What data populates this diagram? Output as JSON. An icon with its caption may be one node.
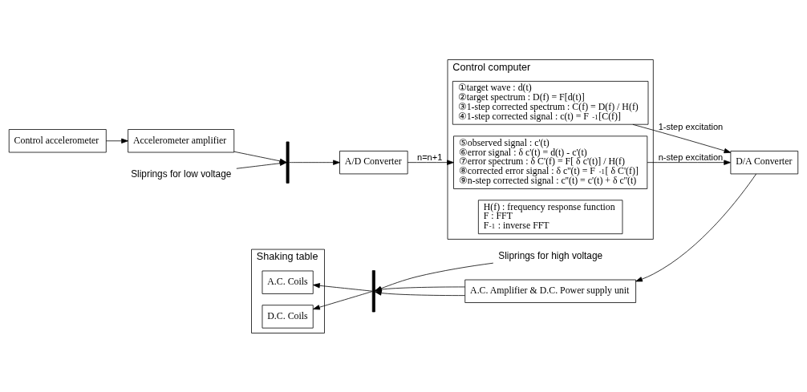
{
  "diagram": {
    "nodes": [
      {
        "text": [
          "Control accelerometer"
        ]
      },
      {
        "text": [
          "Accelerometer amplifier"
        ]
      },
      {
        "text": [],
        "shape": "bar"
      },
      {
        "text": [
          "Sliprings for low voltage"
        ]
      },
      {
        "text": [
          "A/D Converter"
        ]
      },
      {
        "text": [
          "Shaking table"
        ]
      },
      {
        "text": [
          "A.C. Coils"
        ],
        "in": 5
      },
      {
        "text": [
          "D.C. Coils"
        ],
        "in": 5
      },
      {
        "text": [],
        "shape": "bar"
      },
      {
        "text": [
          "Sliprings for high voltage"
        ]
      },
      {
        "text": [
          "A.C. Amplifier & D.C. Power supply unit"
        ]
      },
      {
        "text": [
          "D/A Converter"
        ]
      },
      {
        "text": [
          "Control computer"
        ]
      },
      {
        "text": [
          "①target wave : d(t)",
          "②target spectrum : D(f) = F[d(t)]",
          "③1-step corrected spectrum : C(f) = D(f) / H(f)",
          "④1-step corrected signal : c(t) = F$^{-1}$[C(f)]"
        ],
        "in": 12
      },
      {
        "text": [
          "⑤observed signal : c'(t)",
          "⑥error signal : δ c'(t) = d(t) - c'(t)",
          "⑦error spectrum : δ C'(f) = F[ δ c'(t)] / H(f)",
          "⑧corrected error signal : δ c''(t) = F$^{-1}$[ δ C'(f)]",
          "⑨n-step corrected signal : c''(t) = c'(t) + δ c''(t)"
        ],
        "in": 12
      },
      {
        "text": [
          "H(f) : frequency response function",
          "F : FFT",
          "F$^{-1}$ : inverse FFT"
        ],
        "in": 12
      }
    ],
    "edges": [
      {
        "from": 0,
        "to": 1,
        "arrow": "to"
      },
      {
        "from": 1,
        "to": 2,
        "arrow": "to"
      },
      {
        "from": 3,
        "to": 2,
        "arrow": "to"
      },
      {
        "from": 2,
        "to": 4,
        "arrow": "to"
      },
      {
        "from": 4,
        "to": 14,
        "arrow": "to",
        "label": "n=n+1"
      },
      {
        "from": 13,
        "to": 11,
        "arrow": "to",
        "label": "1-step excitation"
      },
      {
        "from": 14,
        "to": 11,
        "arrow": "to",
        "label": "n-step excitation"
      },
      {
        "from": 11,
        "to": 10,
        "arrow": "to"
      },
      {
        "from": 10,
        "to": 8,
        "arrow": "to"
      },
      {
        "from": 10,
        "to": 8,
        "arrow": "to"
      },
      {
        "from": 9,
        "to": 8,
        "arrow": "to"
      },
      {
        "from": 8,
        "to": 6,
        "arrow": "to"
      },
      {
        "from": 8,
        "to": 7,
        "arrow": "to"
      }
    ]
  }
}
